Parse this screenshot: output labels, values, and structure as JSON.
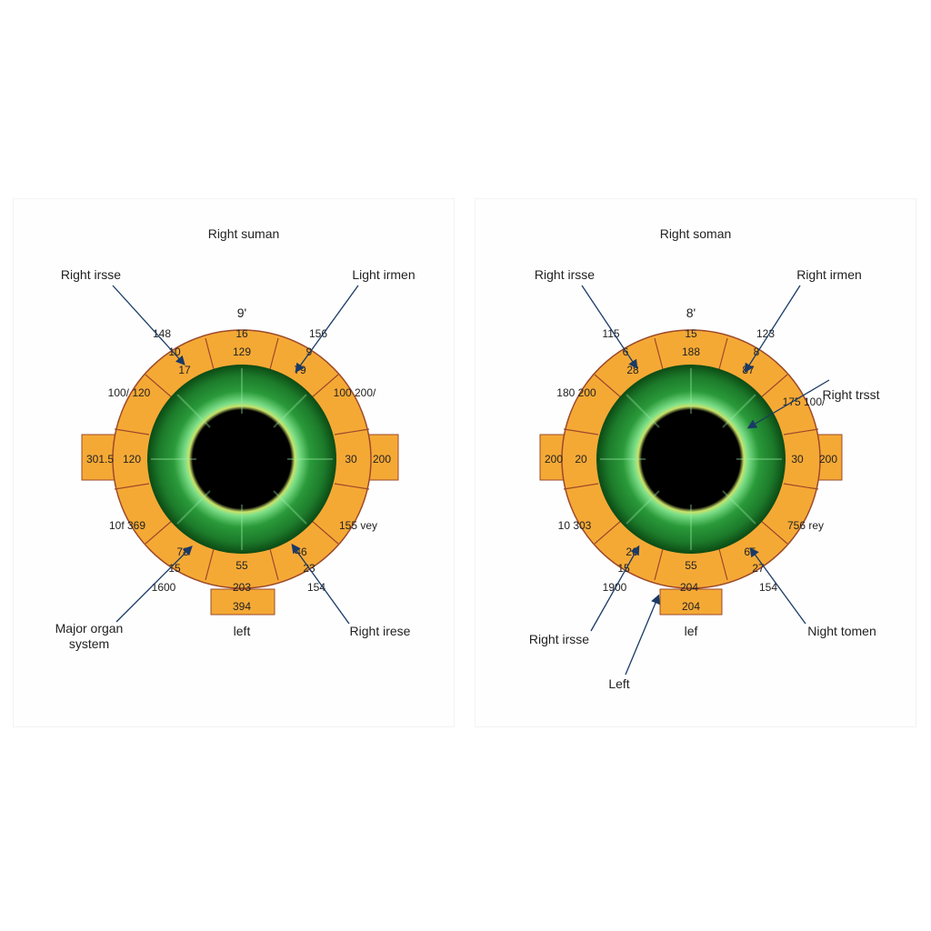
{
  "colors": {
    "ring_fill": "#f5a935",
    "ring_stroke": "#9c4a2a",
    "iris_outer": "#0c4a14",
    "iris_mid": "#2a9a3a",
    "iris_light": "#7ee08a",
    "pupil": "#000000",
    "arrow": "#1a3a66"
  },
  "diagrams": [
    {
      "title": "Right suman",
      "top_mark": "9'",
      "segments": {
        "top": [
          "16",
          "129"
        ],
        "top_left": [
          "148",
          "10",
          "17"
        ],
        "top_right": [
          "156",
          "9",
          "79"
        ],
        "left_upper": "100/ 120",
        "right_upper": "100 200/",
        "left": "120",
        "right": "30",
        "left_lower": "10f 369",
        "right_lower": "155 vey",
        "bottom_left": [
          "78",
          "15"
        ],
        "bottom": [
          "55",
          "203"
        ],
        "bottom_right": [
          "46",
          "23"
        ]
      },
      "tab_left": "301.5",
      "tab_right": "200",
      "tab_bottom": "394",
      "bottom_left_num": "1600",
      "bottom_right_num": "154",
      "bottom_word": "left",
      "callouts": {
        "top_left": "Right irsse",
        "top_right": "Light irmen",
        "bottom_left_1": "Major organ",
        "bottom_left_2": "system",
        "bottom_right": "Right irese"
      }
    },
    {
      "title": "Right soman",
      "top_mark": "8'",
      "segments": {
        "top": [
          "15",
          "188"
        ],
        "top_left": [
          "115",
          "6",
          "28"
        ],
        "top_right": [
          "123",
          "8",
          "87"
        ],
        "left_upper": "180 200",
        "right_upper": "175 100/",
        "left": "20",
        "right": "30",
        "left_lower": "10 303",
        "right_lower": "756 rey",
        "bottom_left": [
          "26",
          "15"
        ],
        "bottom": [
          "55",
          "204"
        ],
        "bottom_right": [
          "65",
          "27"
        ]
      },
      "tab_left": "200",
      "tab_right": "200",
      "tab_bottom": "204",
      "bottom_left_num": "1900",
      "bottom_right_num": "154",
      "bottom_word": "lef",
      "callouts": {
        "top_left": "Right irsse",
        "top_right": "Right irmen",
        "right_mid": "Right trsst",
        "bottom_left": "Right irsse",
        "bottom_left_2": "Left",
        "bottom_right": "Night tomen"
      }
    }
  ]
}
